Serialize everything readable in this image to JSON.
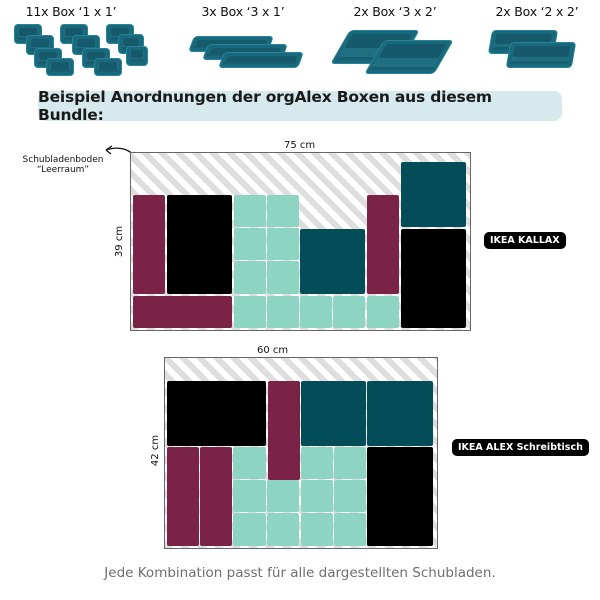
{
  "products": [
    {
      "label": "11x Box ‘1 x 1’",
      "count": 11,
      "size": "1 x 1"
    },
    {
      "label": "3x Box ‘3 x 1’",
      "count": 3,
      "size": "3 x 1"
    },
    {
      "label": "2x Box ‘3 x 2’",
      "count": 2,
      "size": "3 x 2"
    },
    {
      "label": "2x Box ‘2 x 2’",
      "count": 2,
      "size": "2 x 2"
    }
  ],
  "banner": {
    "title": "Beispiel Anordnungen der orgAlex Boxen aus diesem Bundle:"
  },
  "annotation": {
    "line1": "Schubladenboden",
    "line2": "“Leerraum”"
  },
  "colors": {
    "box_3x1": "#7a2346",
    "box_3x2": "#000000",
    "box_2x2": "#034d59",
    "box_1x1": "#8ed4c3",
    "product_teal": "#1f6f80",
    "banner_bg": "#d6e9ec"
  },
  "layouts": [
    {
      "name": "IKEA KALLAX",
      "width_label": "75 cm",
      "height_label": "39 cm"
    },
    {
      "name": "IKEA ALEX Schreibtisch",
      "width_label": "60 cm",
      "height_label": "42 cm"
    }
  ],
  "footer": {
    "text": "Jede Kombination passt für alle dargestellten Schubladen."
  }
}
